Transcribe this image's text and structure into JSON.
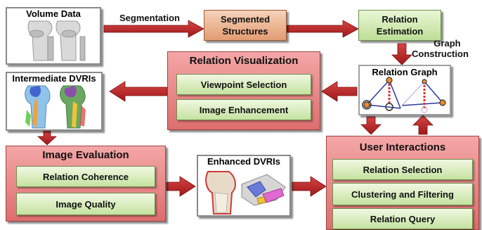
{
  "nodes": {
    "volume_data": "Volume Data",
    "segmented_structures": [
      "Segmented",
      "Structures"
    ],
    "relation_estimation": [
      "Relation",
      "Estimation"
    ],
    "relation_graph": "Relation Graph",
    "relation_visualization": {
      "title": "Relation Visualization",
      "items": [
        "Viewpoint Selection",
        "Image Enhancement"
      ]
    },
    "intermediate_dvris": "Intermediate DVRIs",
    "image_evaluation": {
      "title": "Image Evaluation",
      "items": [
        "Relation Coherence",
        "Image Quality"
      ]
    },
    "enhanced_dvris": "Enhanced DVRIs",
    "user_interactions": {
      "title": "User Interactions",
      "items": [
        "Relation Selection",
        "Clustering and Filtering",
        "Relation Query"
      ]
    }
  },
  "edges": {
    "segmentation": "Segmentation",
    "graph_construction": [
      "Graph",
      "Construction"
    ]
  },
  "colors": {
    "arrow": "#b52222",
    "process_orange": "#e8a57c",
    "process_green": "#c6e3a0",
    "module_red": "#e07878"
  }
}
